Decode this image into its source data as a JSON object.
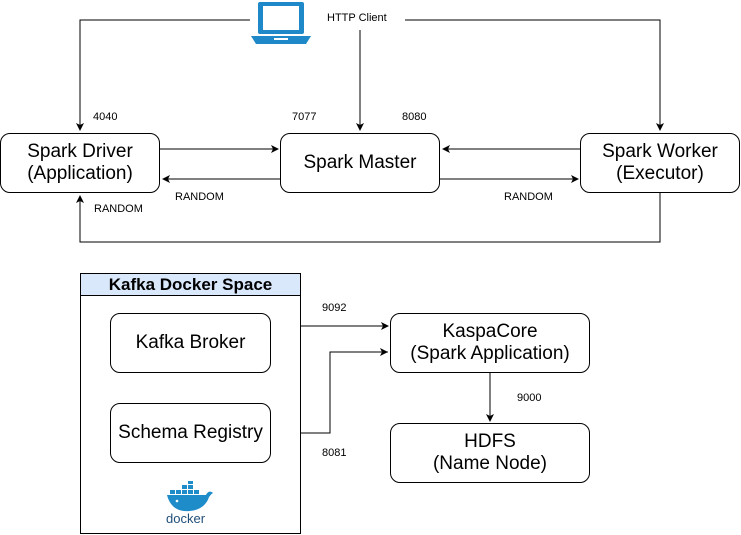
{
  "client": {
    "label": "HTTP Client",
    "icon": "laptop-icon"
  },
  "nodes": {
    "spark_driver": "Spark Driver\n(Application)",
    "spark_master": "Spark Master",
    "spark_worker": "Spark Worker\n(Executor)",
    "kafka_broker": "Kafka Broker",
    "schema_registry": "Schema Registry",
    "kaspacore": "KaspaCore\n(Spark Application)",
    "hdfs": "HDFS\n(Name Node)"
  },
  "group": {
    "title": "Kafka Docker Space",
    "logo_text": "docker",
    "header_color": "#dae8fc"
  },
  "ports": {
    "driver_ui": "4040",
    "master_rpc": "7077",
    "master_ui": "8080",
    "random_driver": "RANDOM",
    "random_master_driver": "RANDOM",
    "random_master_worker": "RANDOM",
    "kafka": "9092",
    "hdfs": "9000",
    "schema_registry": "8081"
  },
  "colors": {
    "laptop": "#1e88c8",
    "docker": "#1d8cc9"
  }
}
